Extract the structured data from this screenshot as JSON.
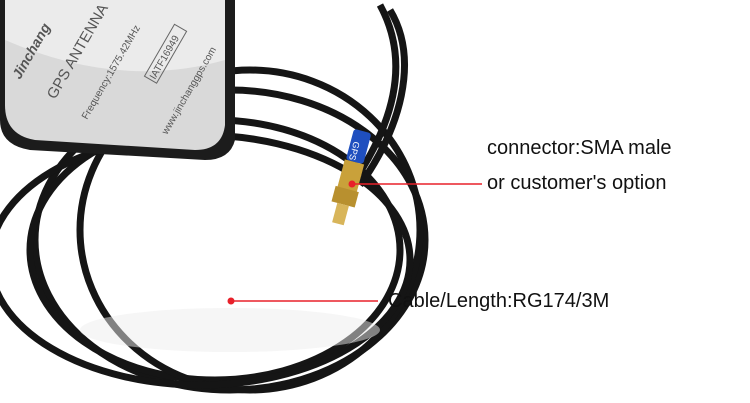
{
  "product": {
    "brand_logo": "Jinchang",
    "label_title": "GPS ANTENNA",
    "frequency": "Frequency:1575.42MHz",
    "certification": "IATF16949",
    "website": "www.jinchanggps.com",
    "connector_sleeve": "GPS"
  },
  "callouts": {
    "connector_line1": "connector:SMA male",
    "connector_line2": "or customer's option",
    "cable": "Cable/Length:RG174/3M"
  },
  "colors": {
    "pointer": "#e8202a",
    "sleeve": "#1f4fbf",
    "connector": "#c9a13a"
  }
}
